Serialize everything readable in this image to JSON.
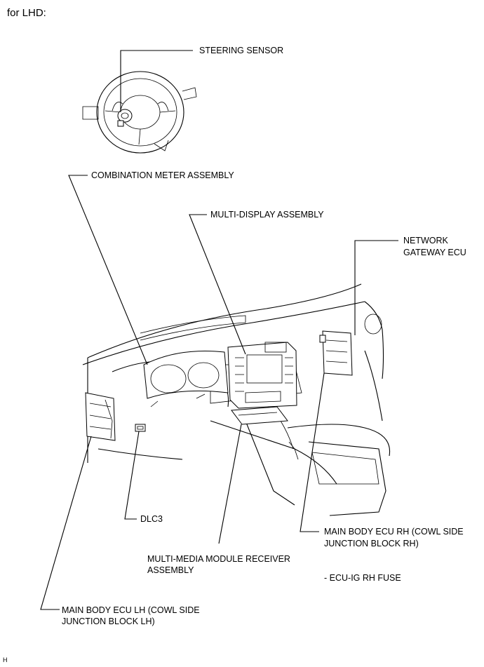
{
  "header": {
    "title": "for LHD:"
  },
  "labels": {
    "steering_sensor": "STEERING SENSOR",
    "combination_meter": "COMBINATION METER ASSEMBLY",
    "multi_display": "MULTI-DISPLAY ASSEMBLY",
    "network_gateway_1": "NETWORK",
    "network_gateway_2": "GATEWAY ECU",
    "dlc3": "DLC3",
    "main_body_rh_1": "MAIN BODY ECU RH (COWL SIDE",
    "main_body_rh_2": "JUNCTION BLOCK RH)",
    "multi_media_1": "MULTI-MEDIA MODULE RECEIVER",
    "multi_media_2": "ASSEMBLY",
    "ecu_ig_fuse": "- ECU-IG RH FUSE",
    "main_body_lh_1": "MAIN BODY ECU LH (COWL SIDE",
    "main_body_lh_2": "JUNCTION BLOCK LH)"
  },
  "footer": {
    "code": "H"
  }
}
